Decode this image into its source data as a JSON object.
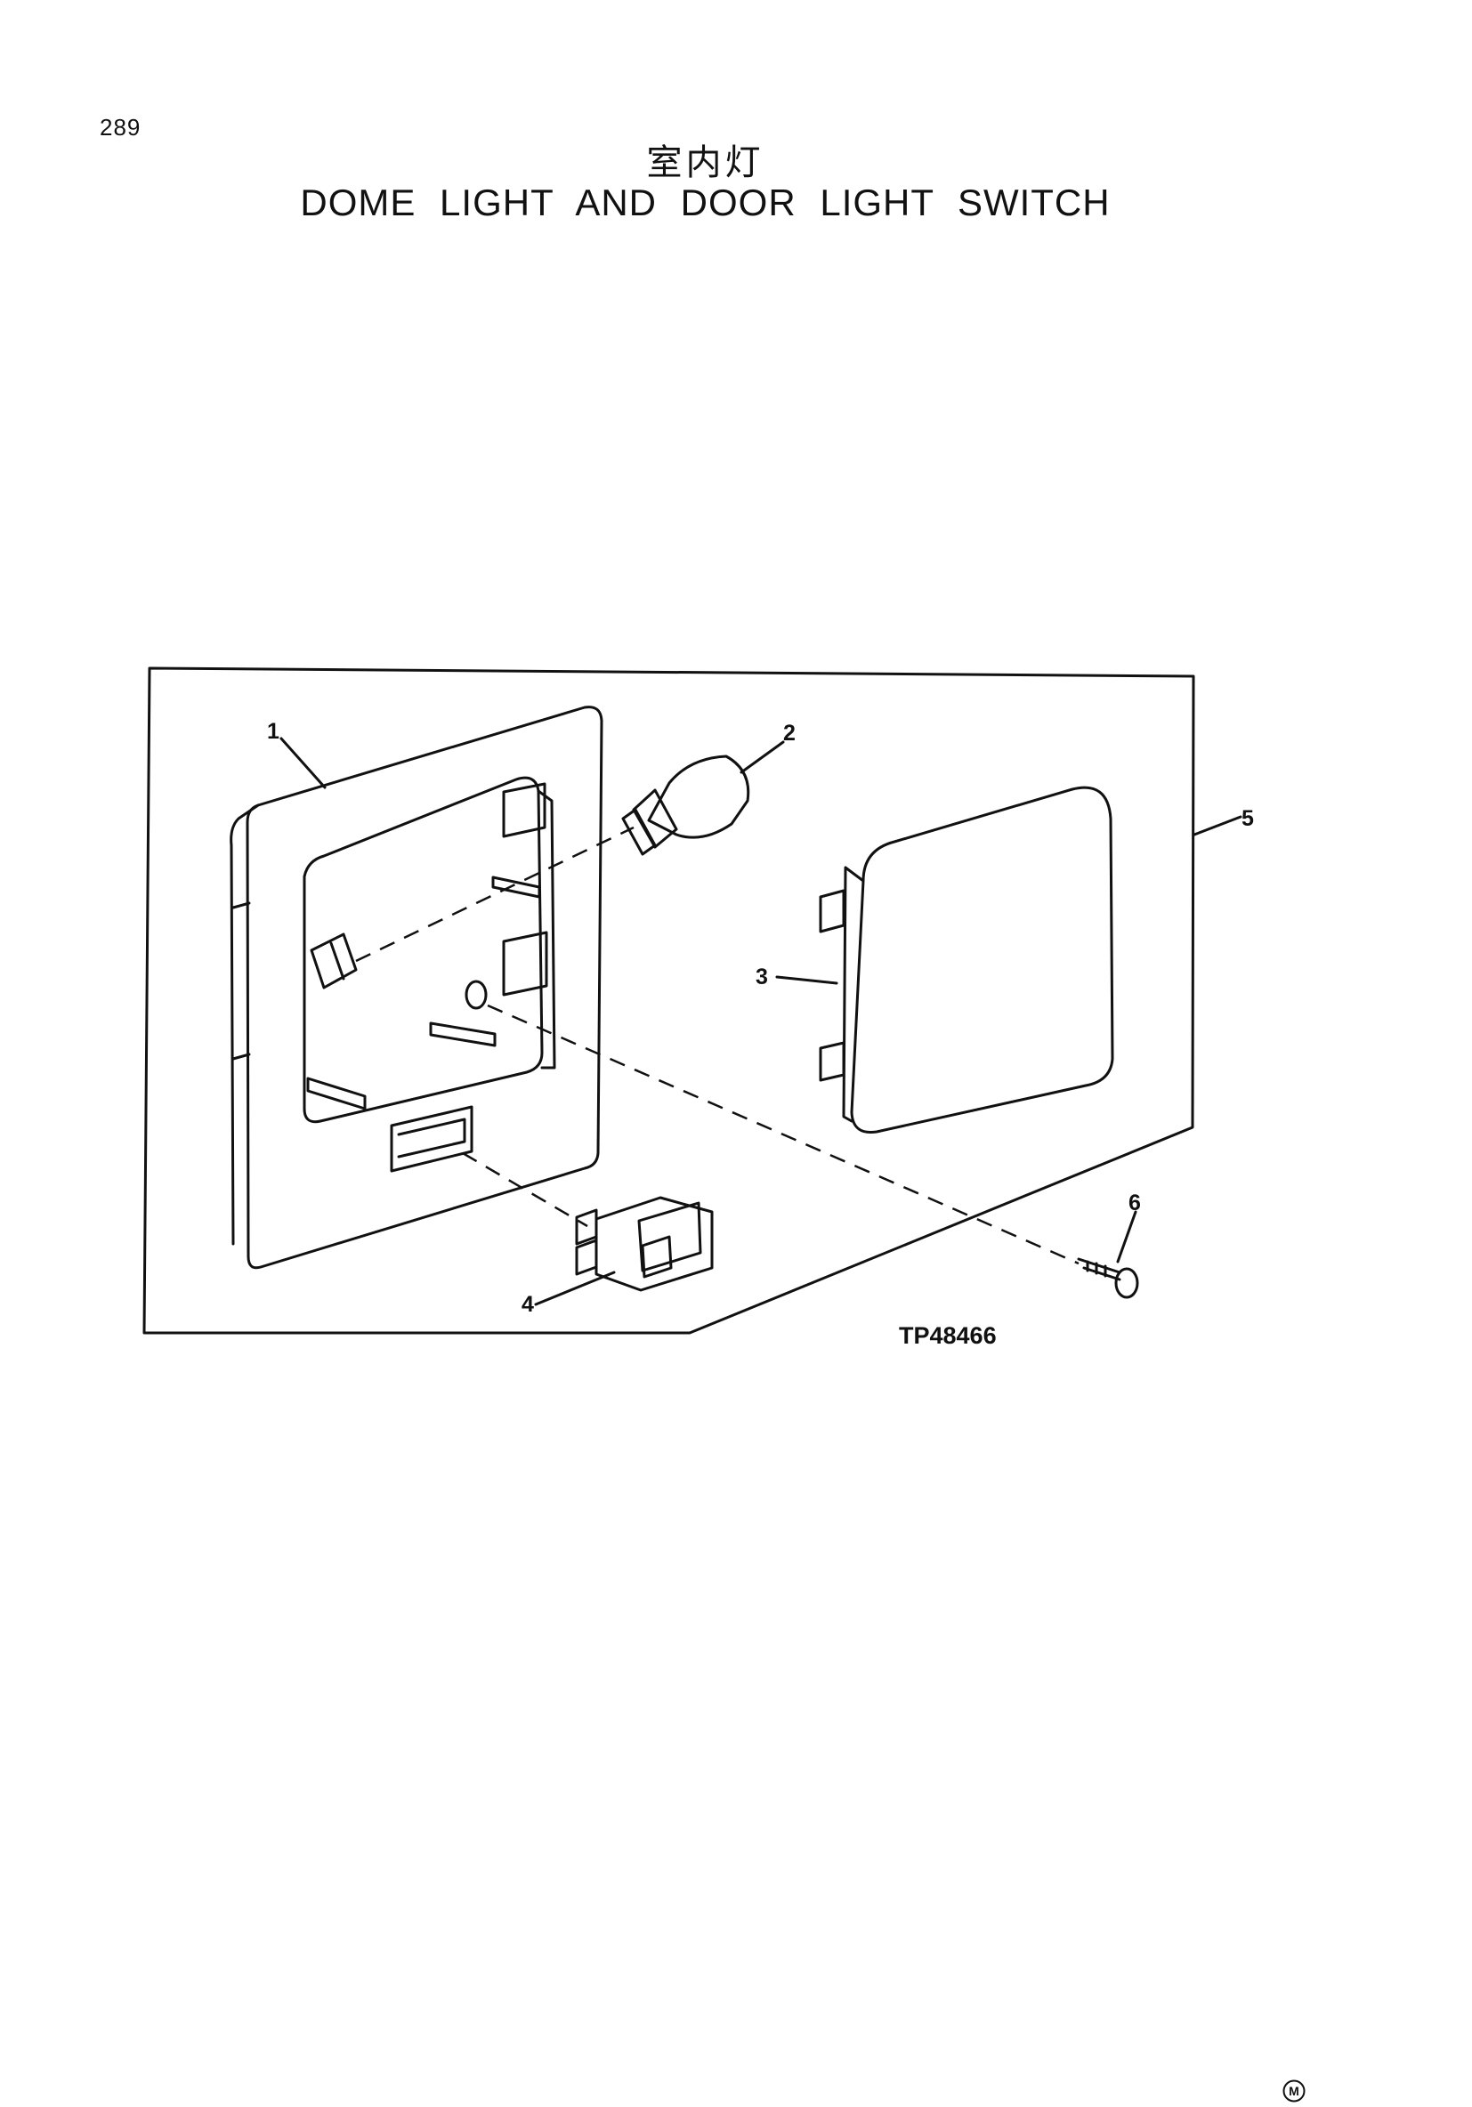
{
  "page_number": "289",
  "title_cn": "室内灯",
  "title_en": "DOME LIGHT AND DOOR LIGHT SWITCH",
  "figure_code": "TP48466",
  "callouts": [
    "1",
    "2",
    "3",
    "4",
    "5",
    "6"
  ],
  "corner_mark": "M",
  "colors": {
    "ink": "#111111",
    "paper": "#ffffff"
  }
}
